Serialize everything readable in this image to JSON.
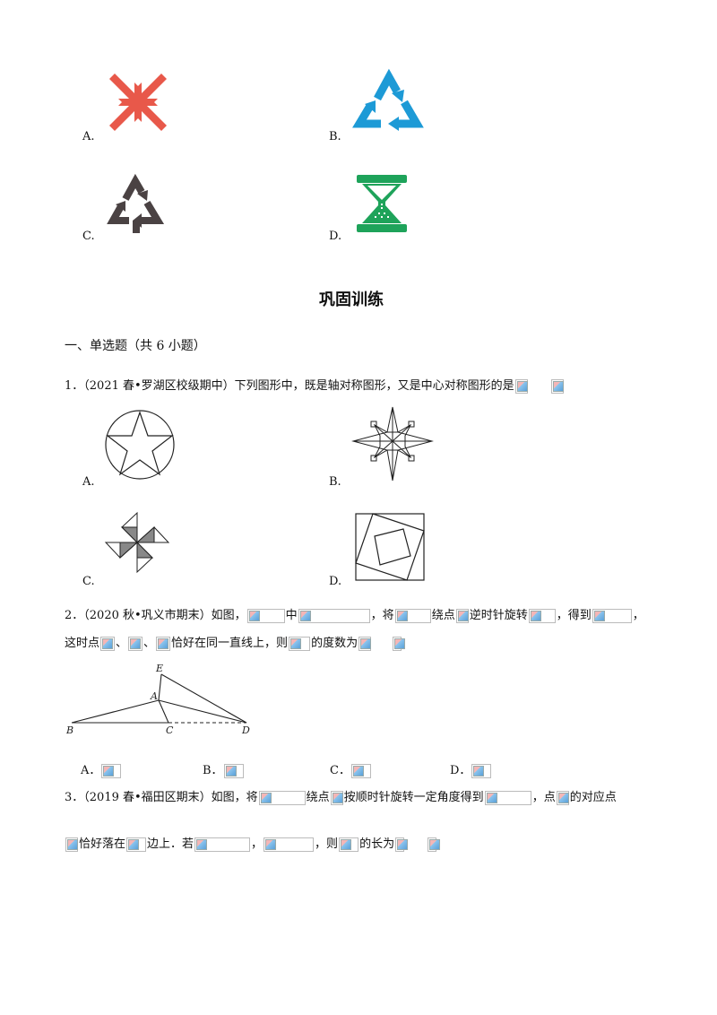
{
  "top_options": {
    "a": "A.",
    "b": "B.",
    "c": "C.",
    "d": "D."
  },
  "section_title": "巩固训练",
  "section_heading": "一、单选题（共 6 小题）",
  "q1": {
    "text": "1．（2021 春•罗湖区校级期中）下列图形中，既是轴对称图形，又是中心对称图形的是",
    "options": {
      "a": "A.",
      "b": "B.",
      "c": "C.",
      "d": "D."
    }
  },
  "q2": {
    "line1_p1": "2．（2020 秋•巩义市期末）如图，",
    "line1_p2": "中",
    "line1_p3": "，将",
    "line1_p4": "绕点",
    "line1_p5": "逆时针旋转",
    "line1_p6": "，得到",
    "line1_p7": "，",
    "line2_p1": "这时点",
    "line2_p2": "、",
    "line2_p3": "、",
    "line2_p4": "恰好在同一直线上，则",
    "line2_p5": "的度数为",
    "diagram_labels": {
      "e": "E",
      "a": "A",
      "b": "B",
      "c": "C",
      "d": "D"
    },
    "options": {
      "a": "A．",
      "b": "B．",
      "c": "C．",
      "d": "D．"
    }
  },
  "q3": {
    "line1_p1": "3．（2019 春•福田区期末）如图，将",
    "line1_p2": "绕点",
    "line1_p3": "按顺时针旋转一定角度得到",
    "line1_p4": "，点",
    "line1_p5": "的对应点",
    "line2_p1": "恰好落在",
    "line2_p2": "边上．若",
    "line2_p3": "，",
    "line2_p4": "，则",
    "line2_p5": "的长为"
  },
  "colors": {
    "red_arrows": "#e8584a",
    "blue_recycle": "#1d9ad6",
    "dark_recycle": "#4a4243",
    "green_hourglass": "#1ea35a"
  }
}
